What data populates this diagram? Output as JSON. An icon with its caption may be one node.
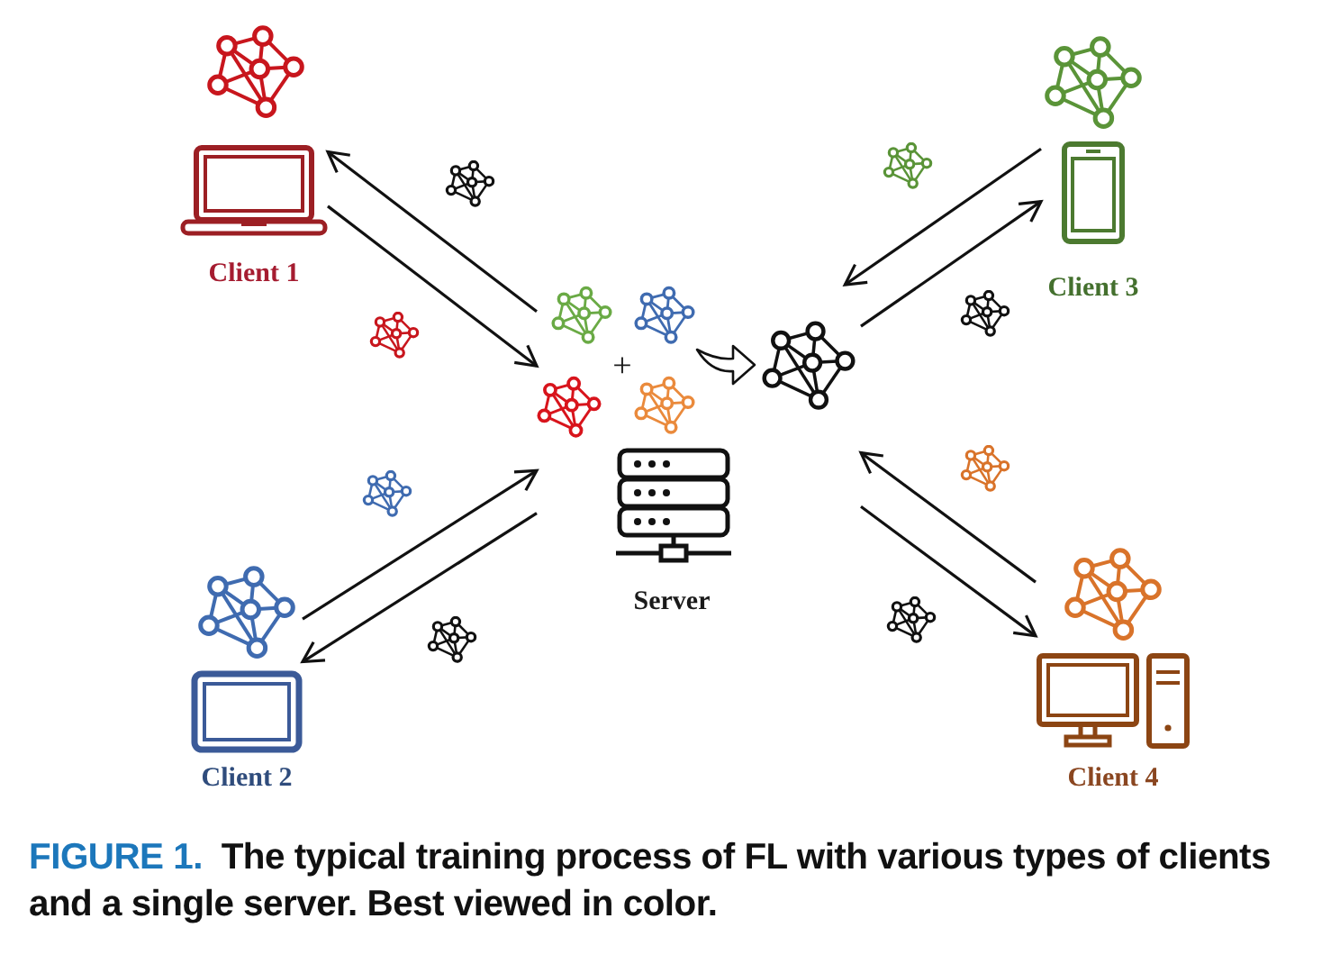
{
  "diagram": {
    "caption": "FIGURE 1. The typical training process of FL with various types of clients and a single server. Best viewed in color.",
    "nodes": [
      {
        "text": [
          "Client 1"
        ]
      },
      {
        "text": [
          "Client 3"
        ]
      },
      {
        "text": [
          "Server"
        ]
      },
      {
        "text": [
          "Client 2"
        ]
      },
      {
        "text": [
          "Client 4"
        ]
      }
    ],
    "edges": [
      {
        "from": 2,
        "to": 0,
        "arrow": "to"
      },
      {
        "from": 0,
        "to": 2,
        "arrow": "to"
      },
      {
        "from": 1,
        "to": 2,
        "arrow": "to"
      },
      {
        "from": 2,
        "to": 1,
        "arrow": "to"
      },
      {
        "from": 3,
        "to": 2,
        "arrow": "to"
      },
      {
        "from": 2,
        "to": 3,
        "arrow": "to"
      },
      {
        "from": 4,
        "to": 2,
        "arrow": "to"
      },
      {
        "from": 2,
        "to": 4,
        "arrow": "to"
      }
    ],
    "labels": [
      "+"
    ]
  }
}
